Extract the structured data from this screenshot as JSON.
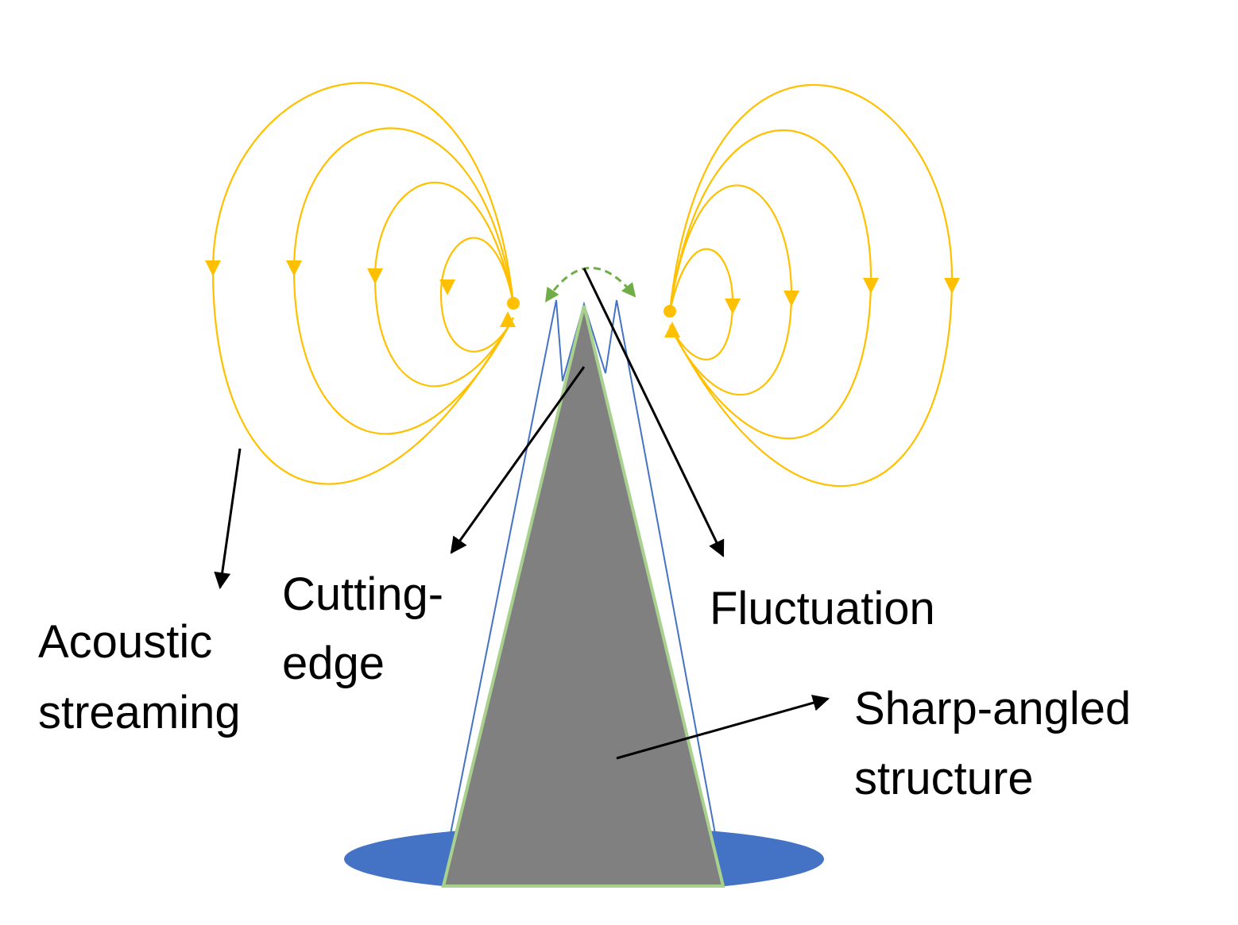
{
  "labels": {
    "acoustic_line1": "Acoustic",
    "acoustic_line2": "streaming",
    "cutting_line1": "Cutting-",
    "cutting_line2": "edge",
    "fluctuation": "Fluctuation",
    "sharp_line1": "Sharp-angled",
    "sharp_line2": "structure"
  },
  "colors": {
    "streaming": "#FFC000",
    "fluctuation": "#70AD47",
    "structure_fill": "#808080",
    "structure_outline": "#A9D18E",
    "vibration_outline": "#4472C4",
    "base": "#4472C4",
    "pointer": "#000000"
  }
}
